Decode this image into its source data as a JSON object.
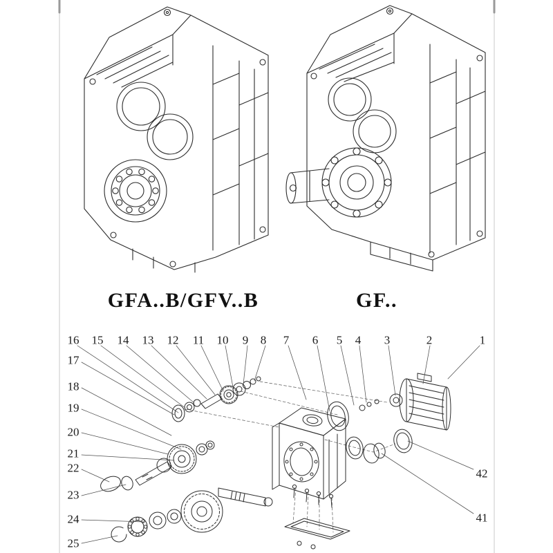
{
  "page": {
    "background": "#ffffff",
    "ink": "#2b2b2b",
    "leader_line_color": "#4d4d4d"
  },
  "captions": {
    "left": "GFA..B/GFV..B",
    "right": "GF.."
  },
  "exploded": {
    "callouts_top": [
      "16",
      "15",
      "14",
      "13",
      "12",
      "11",
      "10",
      "9",
      "8",
      "7",
      "6",
      "5",
      "4",
      "3",
      "2",
      "1"
    ],
    "callouts_left": [
      "17",
      "18",
      "19",
      "20",
      "21",
      "22",
      "23",
      "24",
      "25"
    ],
    "callouts_right": [
      "42",
      "41"
    ]
  }
}
